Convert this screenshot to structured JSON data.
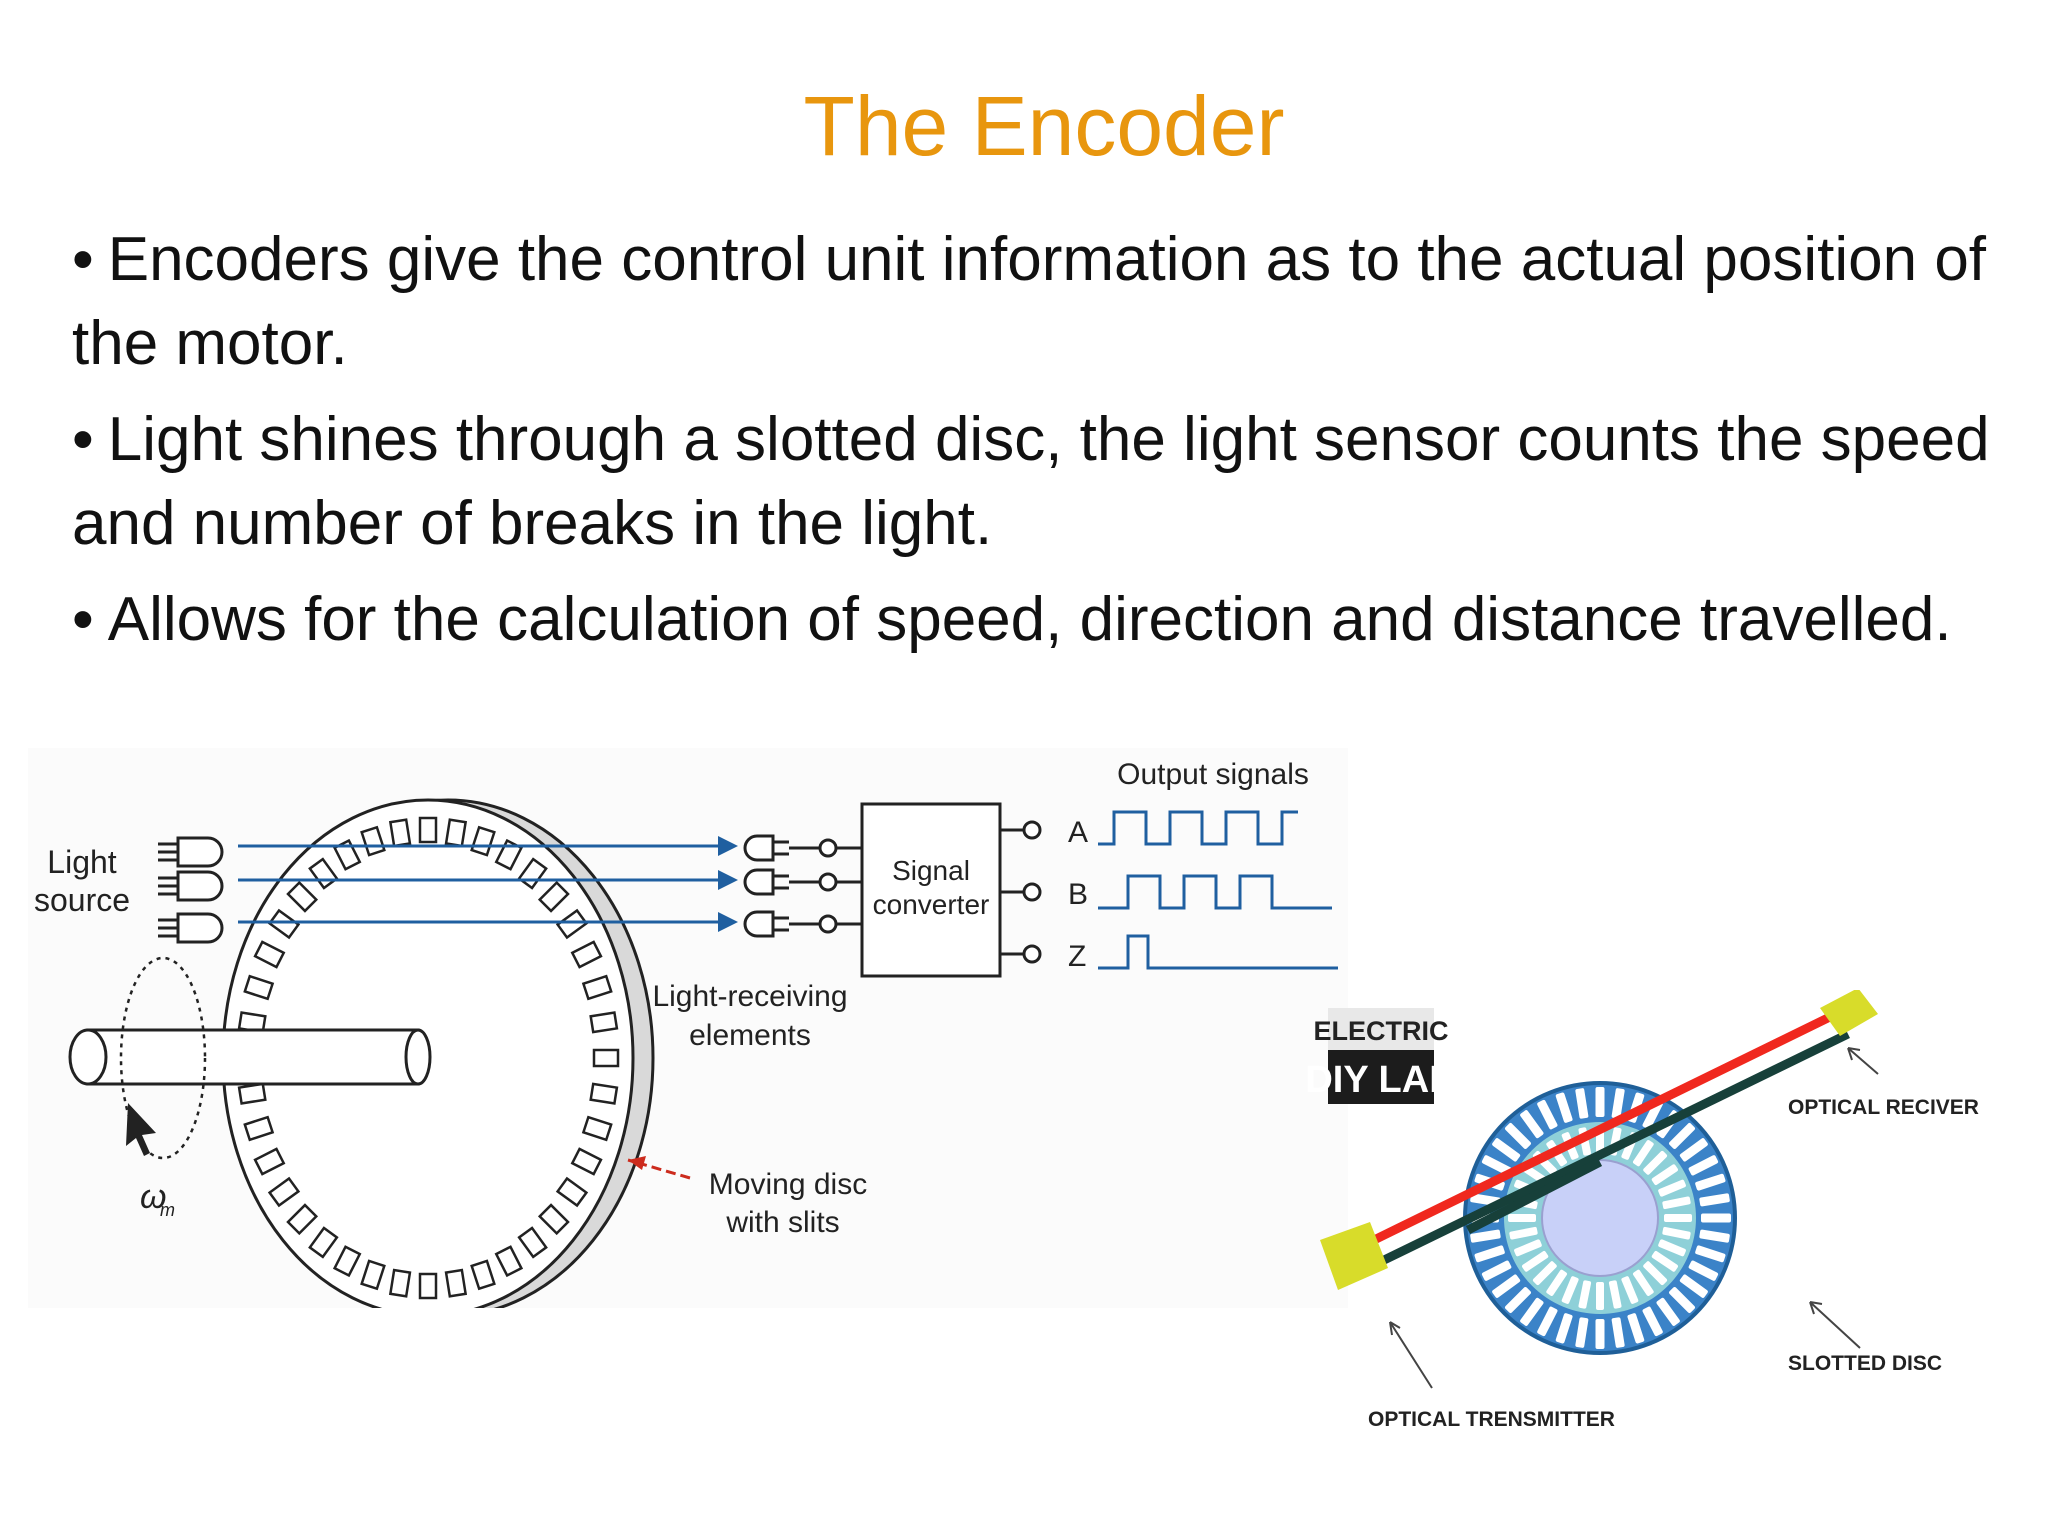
{
  "slide": {
    "title": "The Encoder",
    "bullets": [
      "Encoders give the control unit information as to the actual position of the motor.",
      "Light shines through a slotted disc, the light sensor counts the speed and number of breaks in the light.",
      "Allows for the calculation of speed, direction and distance travelled."
    ],
    "bullet_symbol": "•"
  },
  "figure_encoder": {
    "light_source_label": [
      "Light",
      "source"
    ],
    "output_signals_label": "Output signals",
    "signal_converter_label": [
      "Signal",
      "converter"
    ],
    "channels": [
      "A",
      "B",
      "Z"
    ],
    "receiving_label": [
      "Light-receiving",
      "elements"
    ],
    "disc_label": [
      "Moving disc",
      "with slits"
    ],
    "omega_label": "ω",
    "omega_sub": "m",
    "line_color": "#1f5fa0",
    "arrow_color": "#cc2b1d"
  },
  "figure_optical": {
    "logo_lines": [
      "ELECTRIC",
      "DIY LAB"
    ],
    "receiver_label": "OPTICAL RECIVER",
    "disc_label": "SLOTTED DISC",
    "transmitter_label": "OPTICAL TRENSMITTER",
    "colors": {
      "disc_outer": "#3b83c8",
      "disc_inner": "#8ed0d8",
      "hub": "#c8d0f8",
      "wire_red": "#f0281e",
      "wire_dark": "#17403a",
      "connector": "#d8dc2a"
    }
  }
}
